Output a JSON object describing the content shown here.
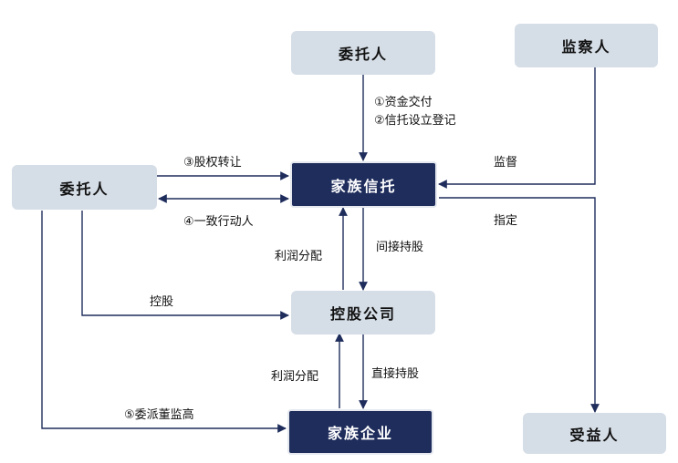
{
  "nodes": {
    "settlor_top": "委托人",
    "supervisor": "监察人",
    "settlor_left": "委托人",
    "family_trust": "家族信托",
    "holding_company": "控股公司",
    "family_business": "家族企业",
    "beneficiary": "受益人"
  },
  "edges": {
    "fund_delivery": "①资金交付",
    "trust_registration": "②信托设立登记",
    "equity_transfer": "③股权转让",
    "concerted_action": "④一致行动人",
    "supervision": "监督",
    "designation": "指定",
    "indirect_holding": "间接持股",
    "profit_dist_1": "利润分配",
    "control": "控股",
    "direct_holding": "直接持股",
    "profit_dist_2": "利润分配",
    "appoint_directors": "⑤委派董监高"
  },
  "colors": {
    "light_box": "#d5dde6",
    "dark_box": "#1f2d5c",
    "arrow": "#1f2d5c"
  }
}
